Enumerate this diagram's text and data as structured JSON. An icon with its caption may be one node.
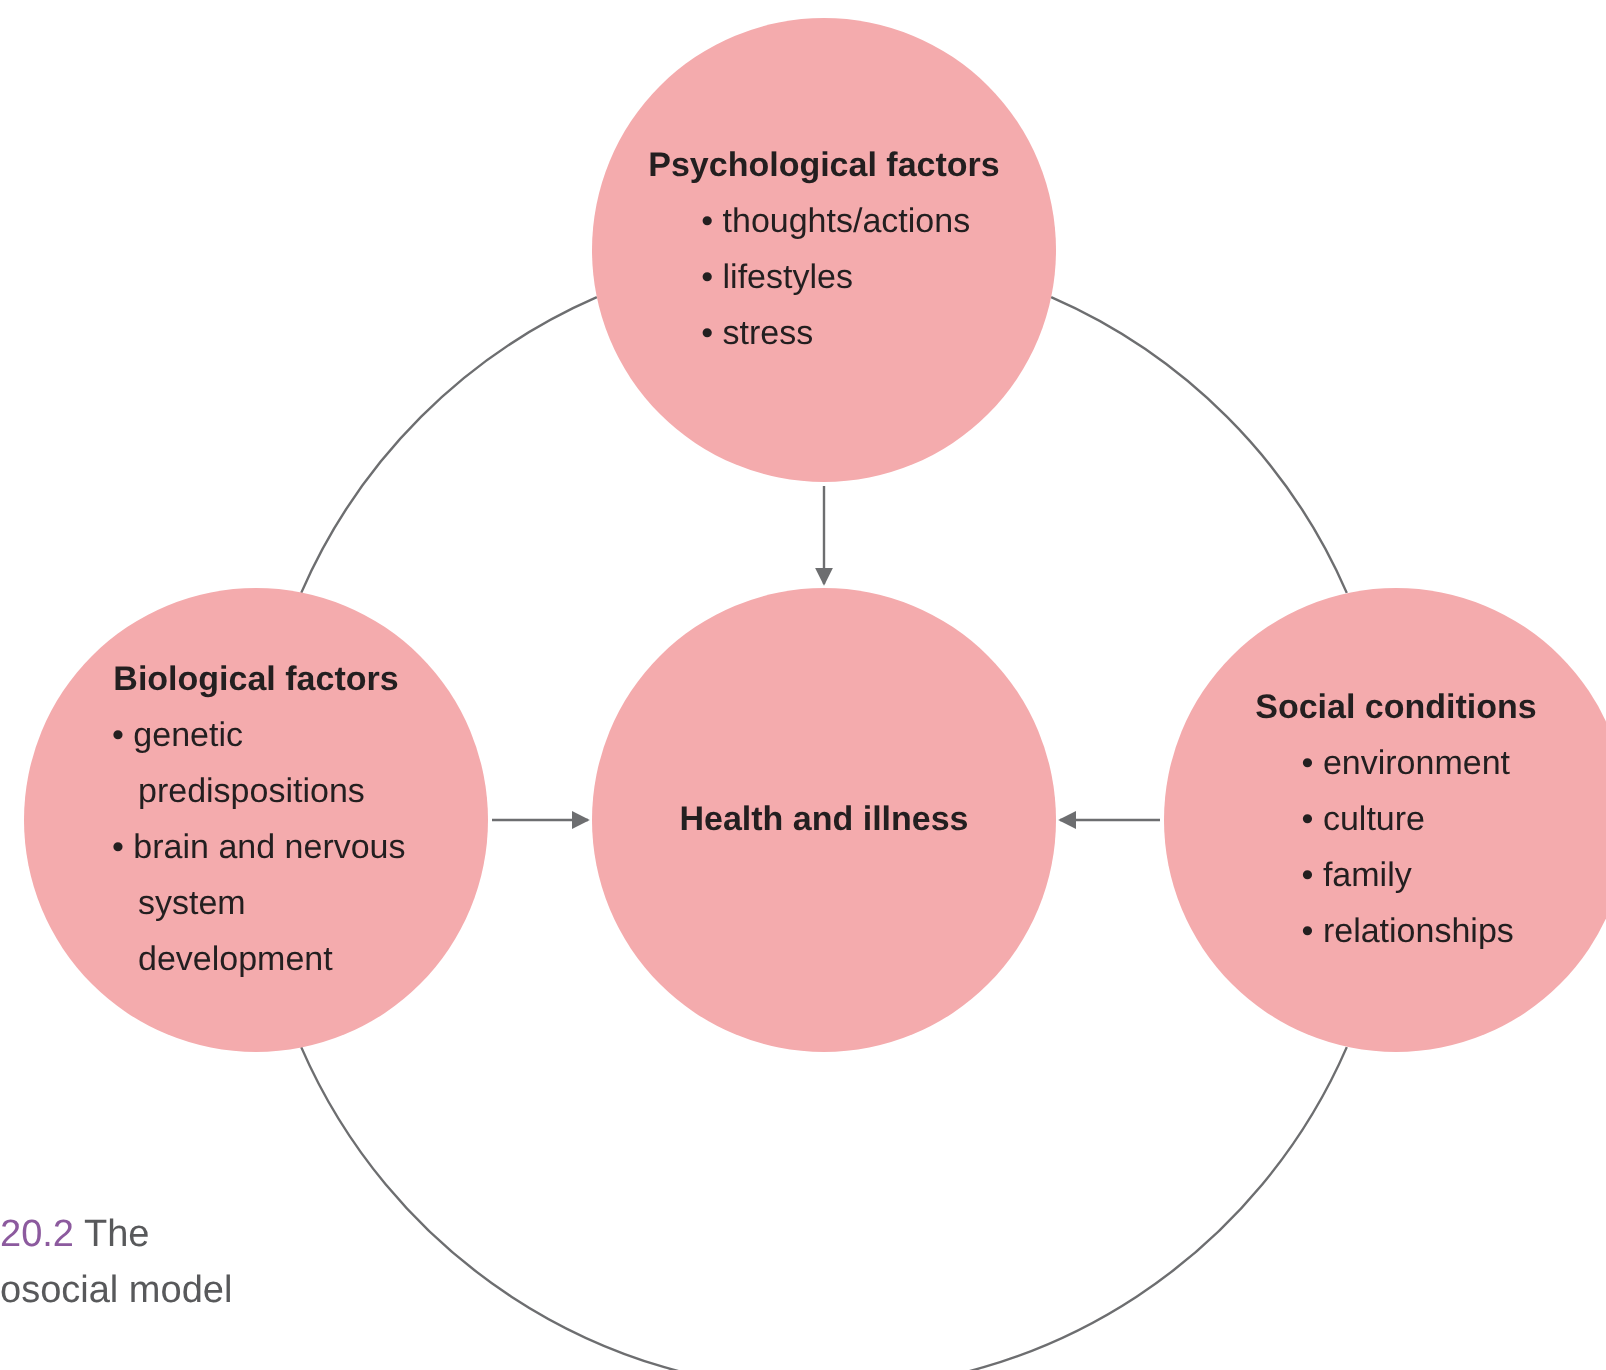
{
  "diagram": {
    "nodes": [
      {
        "text": [
          "Psychological factors",
          "• thoughts/actions",
          "• lifestyles",
          "• stress"
        ]
      },
      {
        "text": [
          "Biological factors",
          "• genetic predispositions",
          "• brain and nervous system development"
        ]
      },
      {
        "text": [
          "Health and illness"
        ]
      },
      {
        "text": [
          "Social conditions",
          "• environment",
          "• culture",
          "• family",
          "• relationships"
        ]
      }
    ],
    "edges": [
      {
        "from": 0,
        "to": 2,
        "arrow": "to"
      },
      {
        "from": 1,
        "to": 2,
        "arrow": "to"
      },
      {
        "from": 3,
        "to": 2,
        "arrow": "to"
      },
      {
        "from": 1,
        "to": 0,
        "arrow": "none"
      },
      {
        "from": 0,
        "to": 3,
        "arrow": "none"
      },
      {
        "from": 1,
        "to": 3,
        "arrow": "none"
      }
    ],
    "labels": [
      "20.2",
      "The",
      "osocial model"
    ]
  }
}
